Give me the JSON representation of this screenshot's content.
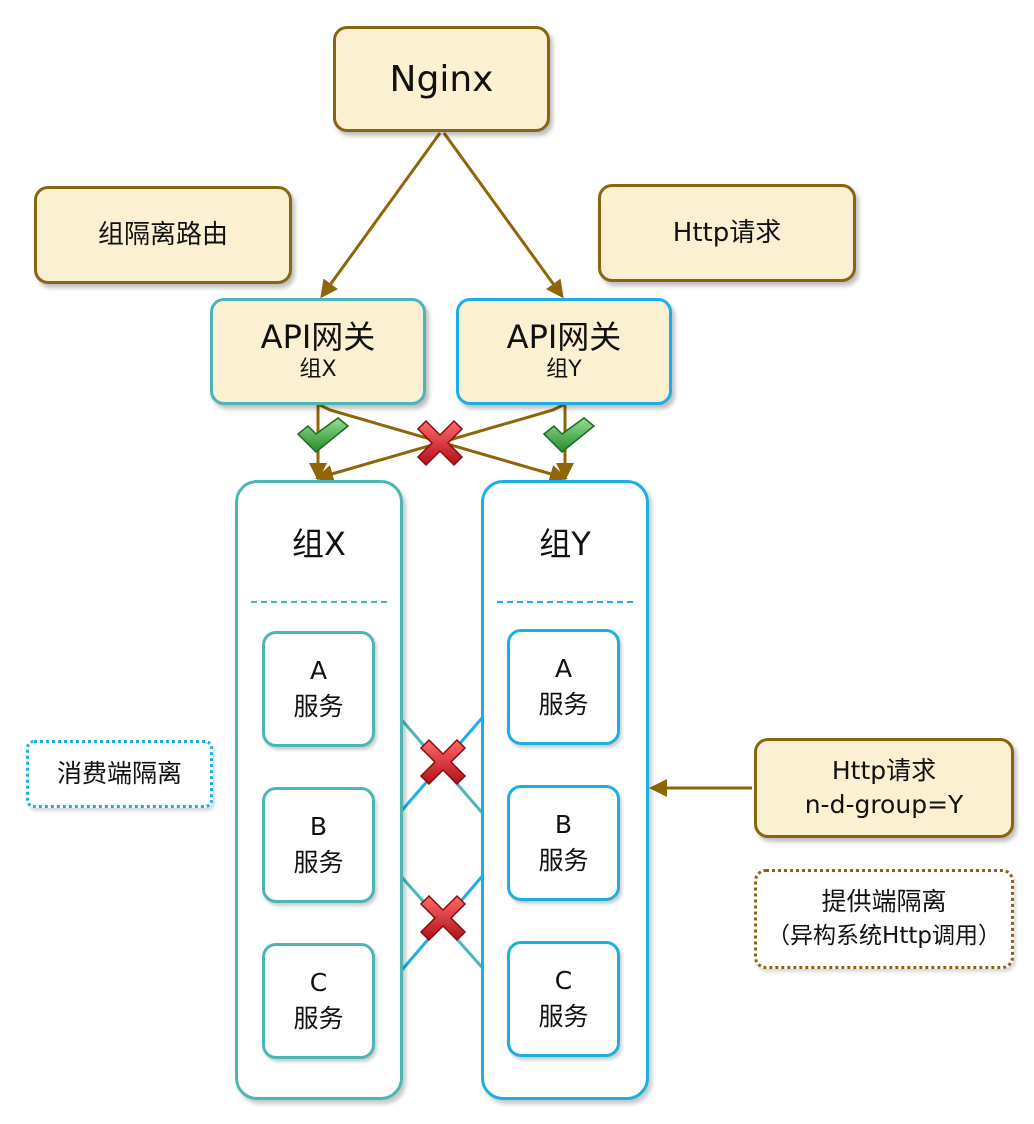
{
  "nginx": {
    "label": "Nginx"
  },
  "notes": {
    "group_routing": "组隔离路由",
    "http_request_top": "Http请求",
    "consumer_isolation": "消费端隔离",
    "http_request_header": {
      "line1": "Http请求",
      "line2": "n-d-group=Y"
    },
    "provider_isolation": {
      "line1": "提供端隔离",
      "line2": "（异构系统Http调用）"
    }
  },
  "gateways": [
    {
      "title": "API网关",
      "group": "组X"
    },
    {
      "title": "API网关",
      "group": "组Y"
    }
  ],
  "groups": [
    {
      "title": "组X",
      "services": [
        {
          "letter": "A",
          "label": "服务"
        },
        {
          "letter": "B",
          "label": "服务"
        },
        {
          "letter": "C",
          "label": "服务"
        }
      ]
    },
    {
      "title": "组Y",
      "services": [
        {
          "letter": "A",
          "label": "服务"
        },
        {
          "letter": "B",
          "label": "服务"
        },
        {
          "letter": "C",
          "label": "服务"
        }
      ]
    }
  ],
  "colors": {
    "tan_fill": "#fcf0d2",
    "tan_border": "#8a6410",
    "arrow_brown": "#8f6508",
    "teal": "#4ab7b7",
    "blue": "#1eaee6",
    "check_green": "#3aa63a",
    "cross_red": "#d8202a"
  },
  "icons": {
    "allowed": "check-icon",
    "blocked": "cross-icon"
  }
}
